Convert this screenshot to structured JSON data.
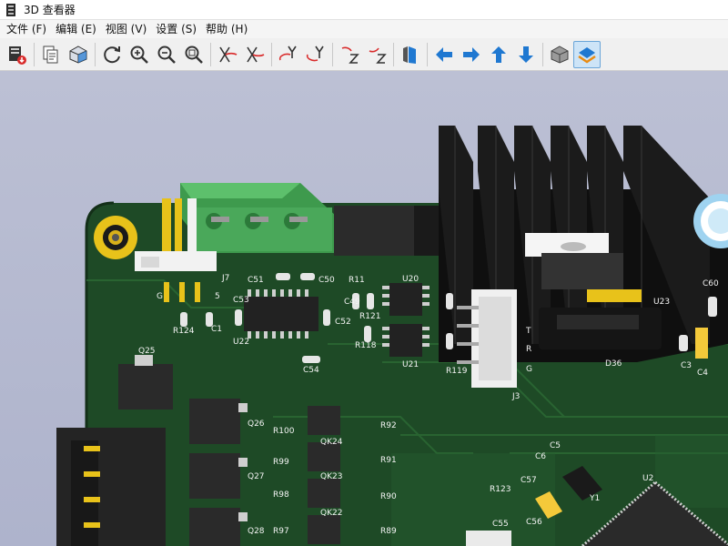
{
  "window": {
    "title": "3D 查看器"
  },
  "menu": {
    "items": [
      {
        "label": "文件 (F)"
      },
      {
        "label": "编辑 (E)"
      },
      {
        "label": "视图 (V)"
      },
      {
        "label": "设置 (S)"
      },
      {
        "label": "帮助 (H)"
      }
    ]
  },
  "toolbar": {
    "buttons": [
      {
        "icon": "export-image-icon",
        "active": false
      },
      {
        "icon": "copy-icon",
        "active": false
      },
      {
        "icon": "raytrace-cube-icon",
        "active": false
      },
      {
        "icon": "reload-icon",
        "active": false
      },
      {
        "icon": "zoom-in-icon",
        "active": false
      },
      {
        "icon": "zoom-out-icon",
        "active": false
      },
      {
        "icon": "zoom-fit-icon",
        "active": false
      },
      {
        "icon": "rotate-x-cw-icon",
        "active": false
      },
      {
        "icon": "rotate-x-ccw-icon",
        "active": false
      },
      {
        "icon": "rotate-y-cw-icon",
        "active": false
      },
      {
        "icon": "rotate-y-ccw-icon",
        "active": false
      },
      {
        "icon": "rotate-z-cw-icon",
        "active": false
      },
      {
        "icon": "rotate-z-ccw-icon",
        "active": false
      },
      {
        "icon": "flip-board-icon",
        "active": false
      },
      {
        "icon": "pan-left-icon",
        "active": false
      },
      {
        "icon": "pan-right-icon",
        "active": false
      },
      {
        "icon": "pan-up-icon",
        "active": false
      },
      {
        "icon": "pan-down-icon",
        "active": false
      },
      {
        "icon": "orthographic-icon",
        "active": false
      },
      {
        "icon": "layers-icon",
        "active": true
      }
    ]
  },
  "colors": {
    "pcb_green": "#1e4a26",
    "pcb_copper": "#2c6a35",
    "silkscreen": "#f4f4f4",
    "accent_blue": "#1f78d1",
    "gold": "#e8c21a",
    "connector_green": "#5dc06c"
  },
  "board": {
    "labels": [
      "J7",
      "C51",
      "C50",
      "C53",
      "U22",
      "C52",
      "C49",
      "R121",
      "R11",
      "U20",
      "U21",
      "R118",
      "R119",
      "J3",
      "C54",
      "R124",
      "C1",
      "Q25",
      "Q26",
      "Q27",
      "Q28",
      "R100",
      "R99",
      "R98",
      "R97",
      "R92",
      "R91",
      "R90",
      "R89",
      "QK24",
      "QK23",
      "QK22",
      "D36",
      "U23",
      "C60",
      "C3",
      "C4",
      "C6",
      "C5",
      "C57",
      "C56",
      "Y1",
      "U2",
      "R123",
      "C55",
      "G",
      "5",
      "T",
      "R",
      "G"
    ]
  }
}
